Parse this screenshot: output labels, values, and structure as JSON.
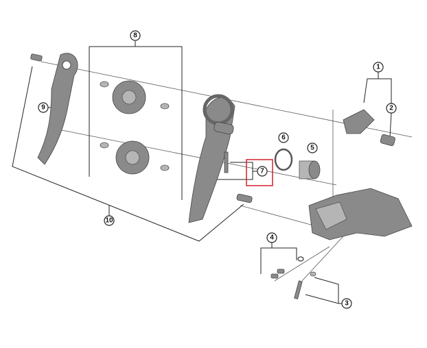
{
  "diagram": {
    "callouts": [
      "1",
      "2",
      "3",
      "4",
      "5",
      "6",
      "7",
      "8",
      "9",
      "10"
    ],
    "highlight_color": "#d0202a",
    "highlighted_callout": "7"
  }
}
